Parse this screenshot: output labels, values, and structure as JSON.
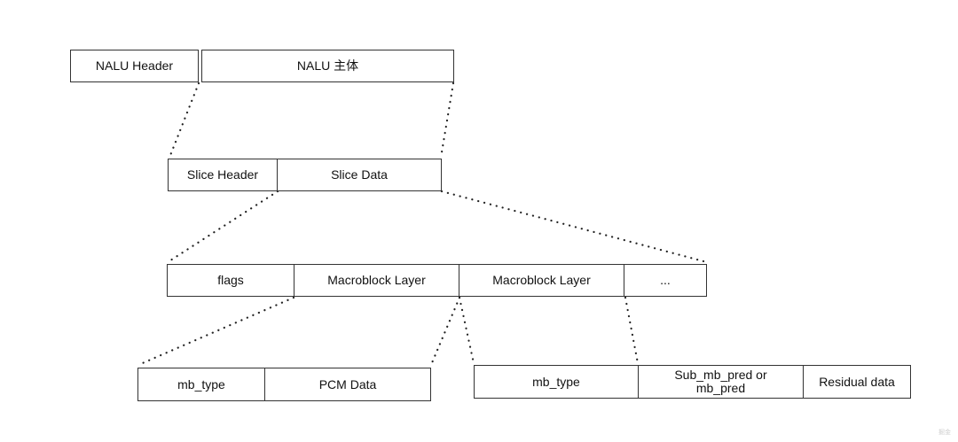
{
  "rows": {
    "nalu": {
      "header": "NALU Header",
      "body": "NALU 主体"
    },
    "slice": {
      "header": "Slice Header",
      "data": "Slice Data"
    },
    "slice_data": {
      "flags": "flags",
      "mb_layer_1": "Macroblock Layer",
      "mb_layer_2": "Macroblock Layer",
      "more": "..."
    },
    "mb_pcm": {
      "mb_type": "mb_type",
      "pcm_data": "PCM Data"
    },
    "mb_normal": {
      "mb_type": "mb_type",
      "pred": "Sub_mb_pred or mb_pred",
      "residual": "Residual data"
    }
  },
  "watermark": "掘金"
}
